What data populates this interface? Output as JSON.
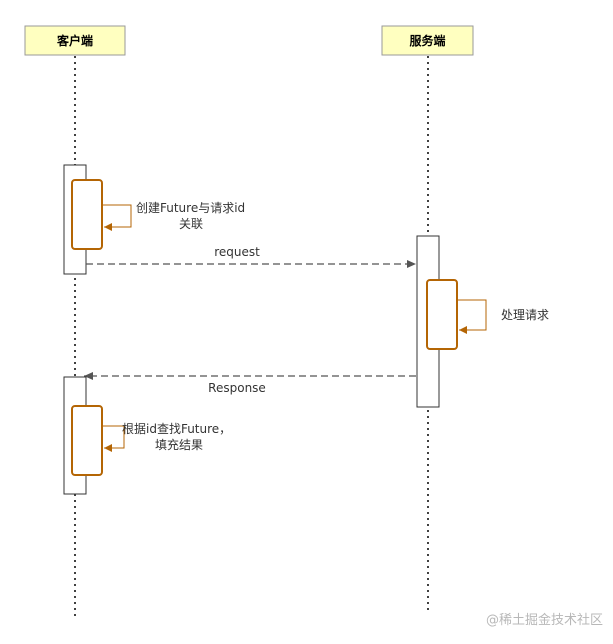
{
  "actors": {
    "client": {
      "label": "客户端"
    },
    "server": {
      "label": "服务端"
    }
  },
  "notes": {
    "client_step1_line1": "创建Future与请求id",
    "client_step1_line2": "关联",
    "server_step": "处理请求",
    "client_step2_line1": "根据id查找Future，",
    "client_step2_line2": "填充结果"
  },
  "messages": {
    "request": "request",
    "response": "Response"
  },
  "watermark": "@稀土掘金技术社区",
  "colors": {
    "actor_fill": "#ffffc0",
    "actor_border": "#999999",
    "self_call": "#b46504",
    "arrow": "#555555"
  }
}
